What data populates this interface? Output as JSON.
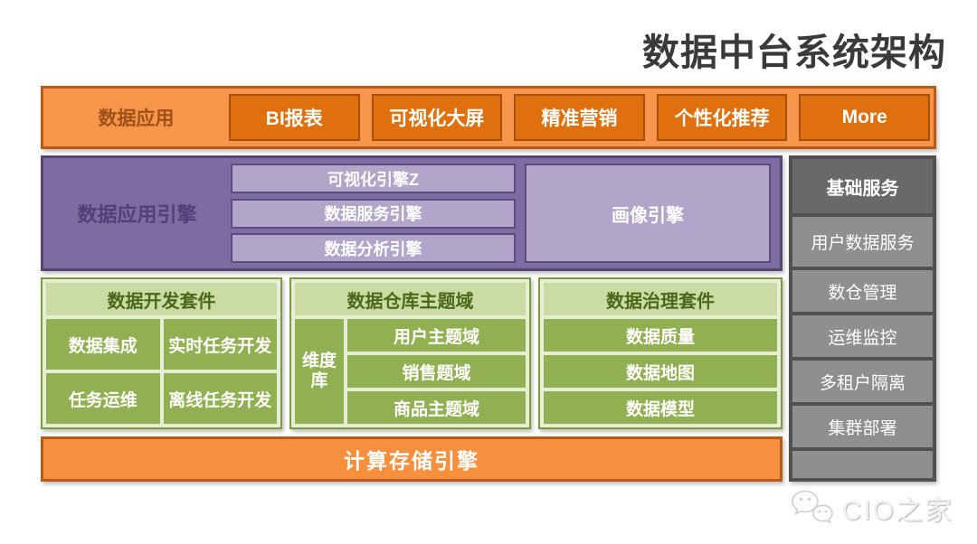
{
  "title": "数据中台系统架构",
  "app_row": {
    "label": "数据应用",
    "buttons": [
      "BI报表",
      "可视化大屏",
      "精准营销",
      "个性化推荐",
      "More"
    ]
  },
  "engine_row": {
    "label": "数据应用引擎",
    "engines": [
      "可视化引擎Z",
      "数据服务引擎",
      "数据分析引擎"
    ],
    "big_engine": "画像引擎"
  },
  "dev_suite": {
    "header": "数据开发套件",
    "cells": [
      "数据集成",
      "实时任务开发",
      "任务运维",
      "离线任务开发"
    ]
  },
  "warehouse": {
    "header": "数据仓库主题域",
    "side": "维度库",
    "rows": [
      "用户主题域",
      "销售题域",
      "商品主题域"
    ]
  },
  "governance": {
    "header": "数据治理套件",
    "rows": [
      "数据质量",
      "数据地图",
      "数据模型"
    ]
  },
  "base_services": {
    "header": "基础服务",
    "items": [
      "用户数据服务",
      "数仓管理",
      "运维监控",
      "多租户隔离",
      "集群部署"
    ]
  },
  "compute_bar": {
    "label": "计算存储引擎"
  },
  "watermark": {
    "text": "CIO之家",
    "icon": "wechat-bubbles-icon"
  },
  "colors": {
    "orange_fill": "#F7954B",
    "orange_border": "#BC5A14",
    "orange_button": "#E0700D",
    "purple_fill": "#7C6CA1",
    "purple_border": "#55466F",
    "purple_bar": "#B2A5CA",
    "green_cell": "#91B051",
    "green_header": "#CBDCA2",
    "green_border": "#7E9B39",
    "gray_dark": "#696969",
    "gray_light": "#8F8F8F",
    "title_text": "#3A3A3C"
  }
}
